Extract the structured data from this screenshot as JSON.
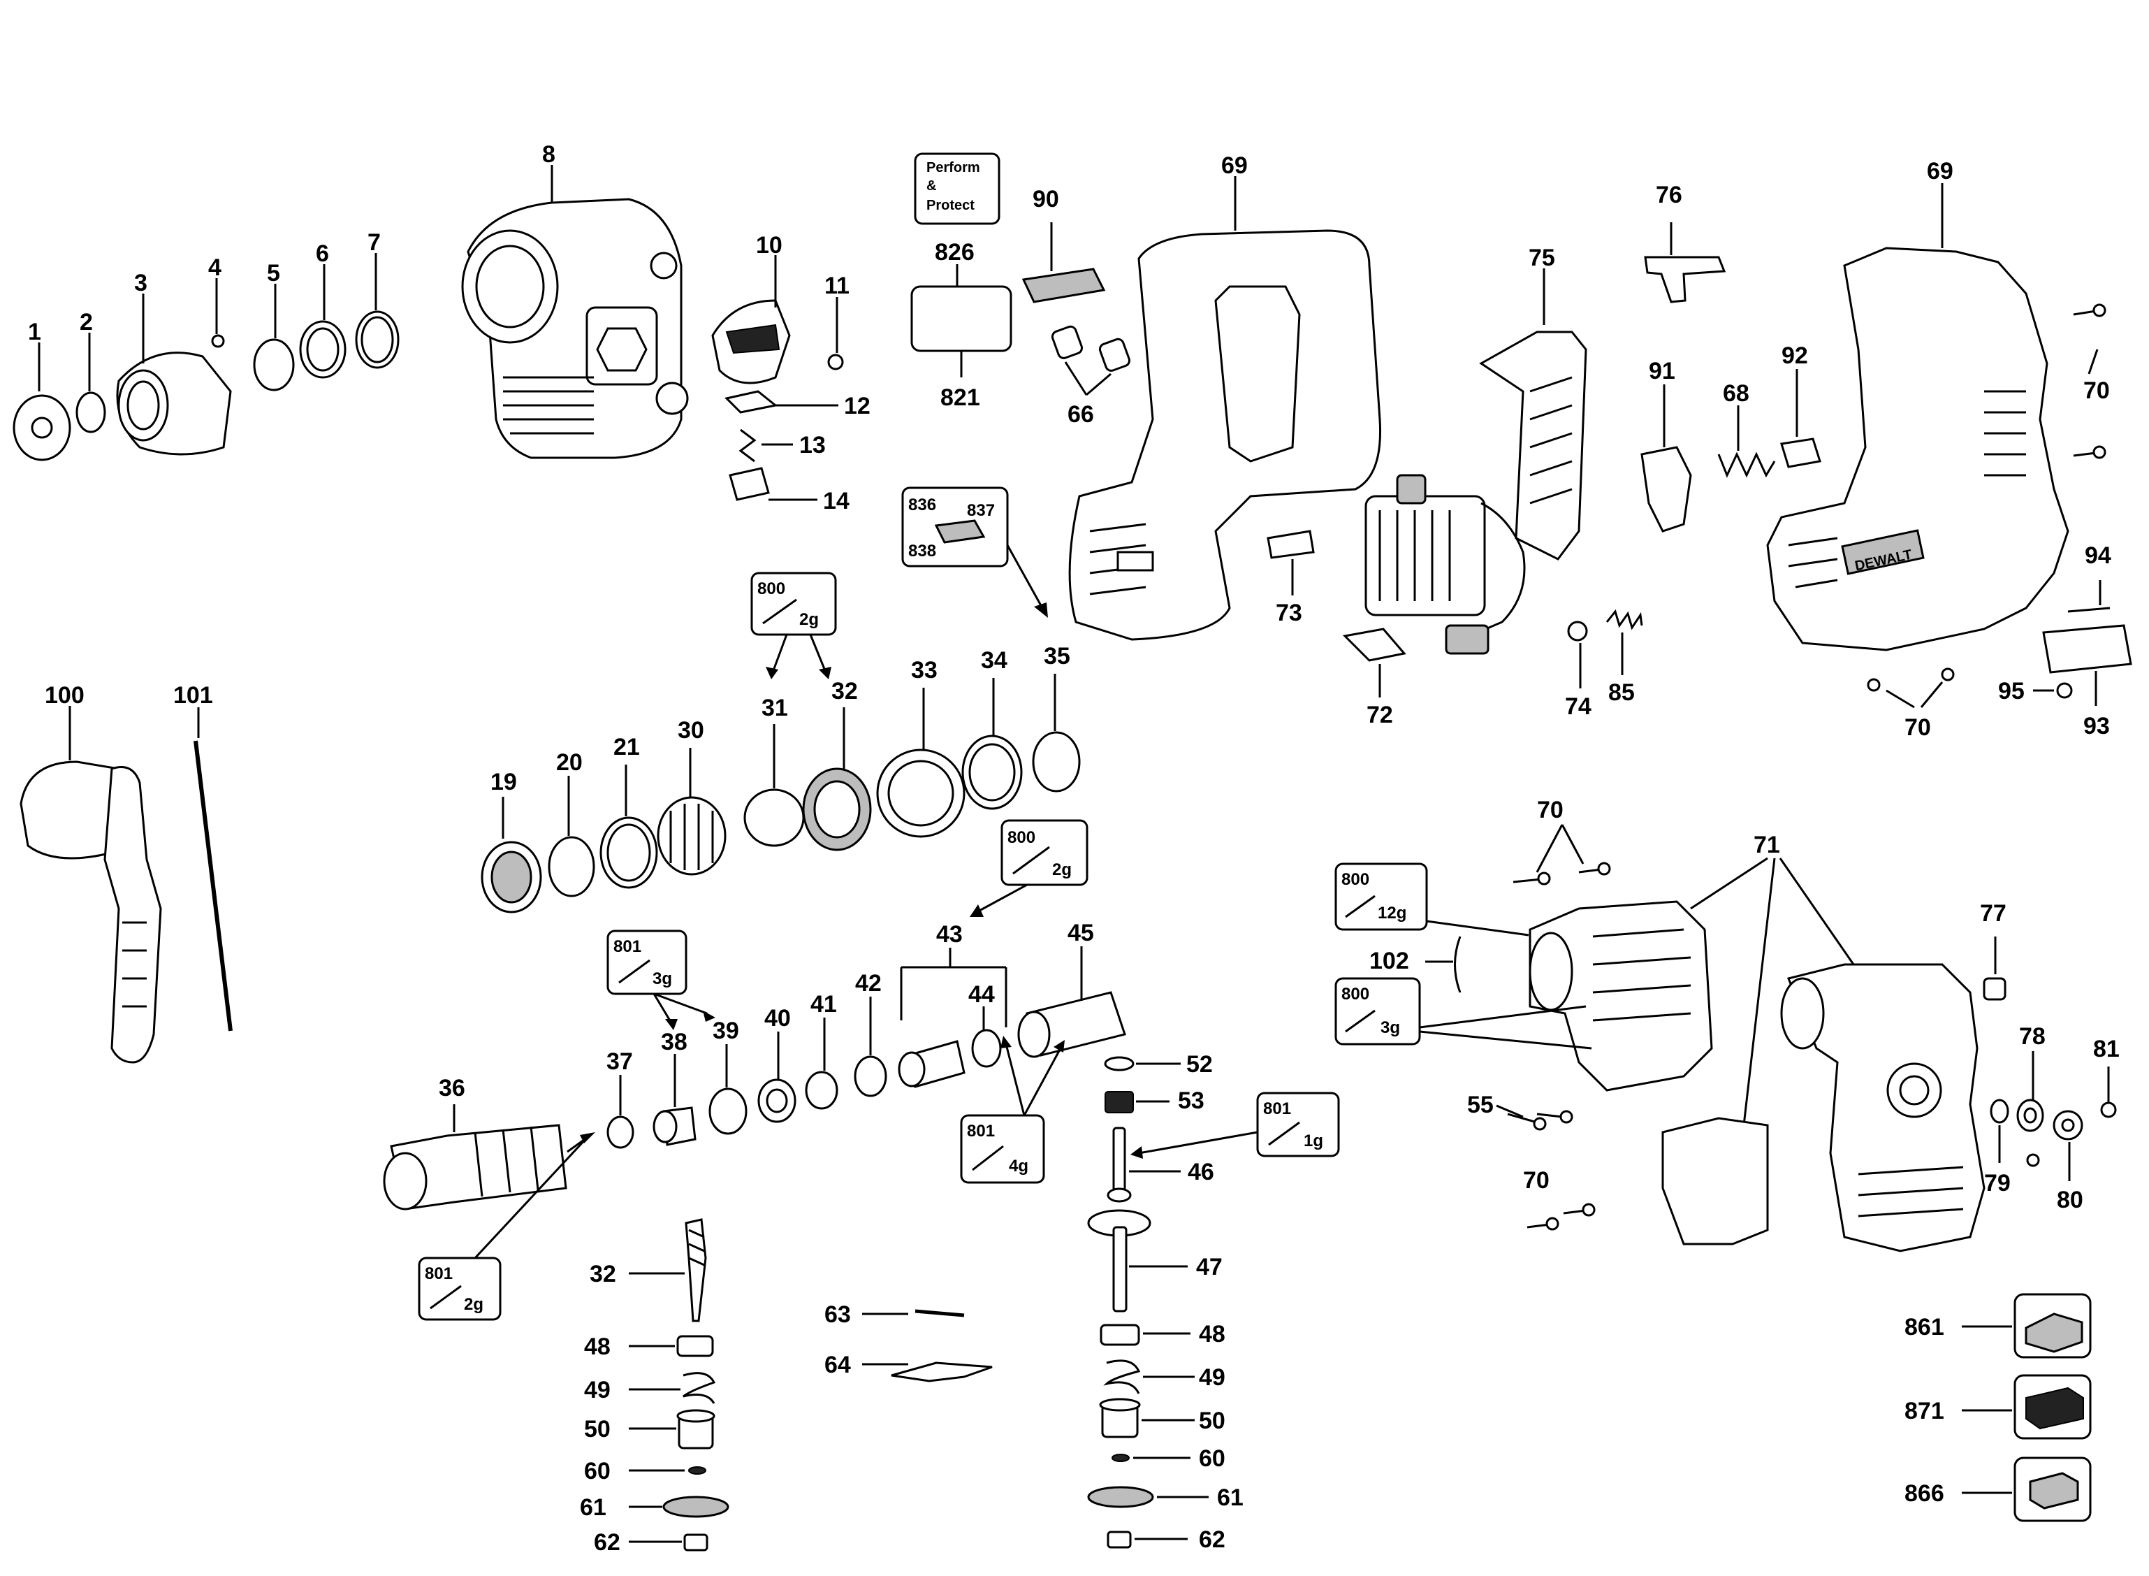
{
  "callouts": {
    "c1": "1",
    "c2": "2",
    "c3": "3",
    "c4": "4",
    "c5": "5",
    "c6": "6",
    "c7": "7",
    "c8": "8",
    "c10": "10",
    "c11": "11",
    "c12": "12",
    "c13": "13",
    "c14": "14",
    "c19": "19",
    "c20": "20",
    "c21": "21",
    "c30": "30",
    "c31": "31",
    "c32a": "32",
    "c33": "33",
    "c34": "34",
    "c35": "35",
    "c36": "36",
    "c37": "37",
    "c38": "38",
    "c39": "39",
    "c40": "40",
    "c41": "41",
    "c42": "42",
    "c43": "43",
    "c44": "44",
    "c45": "45",
    "c46": "46",
    "c47": "47",
    "c52": "52",
    "c53": "53",
    "c32b": "32",
    "c48a": "48",
    "c49a": "49",
    "c50a": "50",
    "c60a": "60",
    "c61a": "61",
    "c62a": "62",
    "c63": "63",
    "c64": "64",
    "c48b": "48",
    "c49b": "49",
    "c50b": "50",
    "c60b": "60",
    "c61b": "61",
    "c62b": "62",
    "c66": "66",
    "c69a": "69",
    "c69b": "69",
    "c68": "68",
    "c70a": "70",
    "c70b": "70",
    "c70c": "70",
    "c70d": "70",
    "c71": "71",
    "c72": "72",
    "c73": "73",
    "c74": "74",
    "c75": "75",
    "c76": "76",
    "c77": "77",
    "c78": "78",
    "c79": "79",
    "c80": "80",
    "c81": "81",
    "c85": "85",
    "c90": "90",
    "c91": "91",
    "c92": "92",
    "c93": "93",
    "c94": "94",
    "c95": "95",
    "c55": "55",
    "c100": "100",
    "c101": "101",
    "c102": "102",
    "c821": "821",
    "c826": "826",
    "c861": "861",
    "c866": "866",
    "c871": "871"
  },
  "label_826": {
    "line1": "Perform",
    "line2": "&",
    "line3": "Protect"
  },
  "grease_boxes": {
    "g1": {
      "code": "800",
      "amount": "2g"
    },
    "g2": {
      "code": "800",
      "amount": "2g"
    },
    "g3": {
      "code": "801",
      "amount": "3g"
    },
    "g4": {
      "code": "801",
      "amount": "4g"
    },
    "g5": {
      "code": "801",
      "amount": "2g"
    },
    "g6": {
      "code": "801",
      "amount": "1g"
    },
    "g7": {
      "code": "800",
      "amount": "12g"
    },
    "g8": {
      "code": "800",
      "amount": "3g"
    }
  },
  "box_836": {
    "a": "836",
    "b": "837",
    "c": "838"
  },
  "housing_brand": "DEWALT",
  "icons": [
    "chuck-icon",
    "gear-icon",
    "spring-icon",
    "bearing-icon",
    "housing-icon",
    "motor-icon",
    "battery-icon",
    "handle-icon",
    "grease-icon"
  ]
}
